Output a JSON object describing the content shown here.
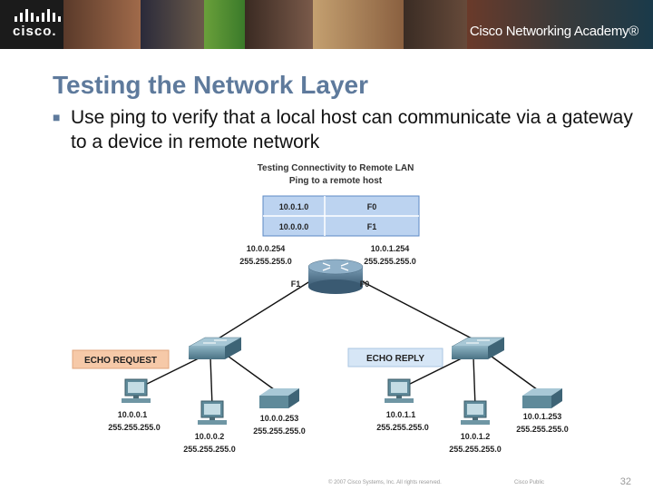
{
  "header": {
    "logo_text": "cisco.",
    "academy_text": "Cisco Networking Academy®"
  },
  "slide": {
    "title": "Testing the Network Layer",
    "bullet": "Use ping to verify that a local host can communicate via a gateway to a device in remote network"
  },
  "diagram": {
    "title": "Testing Connectivity to Remote LAN",
    "subtitle": "Ping to a remote host",
    "routing_table": [
      {
        "network": "10.0.1.0",
        "interface": "F0"
      },
      {
        "network": "10.0.0.0",
        "interface": "F1"
      }
    ],
    "router": {
      "left_ip": "10.0.0.254",
      "left_mask": "255.255.255.0",
      "right_ip": "10.0.1.254",
      "right_mask": "255.255.255.0",
      "port_left": "F1",
      "port_right": "F0"
    },
    "echo_request": "ECHO REQUEST",
    "echo_reply": "ECHO REPLY",
    "hosts": [
      {
        "ip": "10.0.0.1",
        "mask": "255.255.255.0"
      },
      {
        "ip": "10.0.0.2",
        "mask": "255.255.255.0"
      },
      {
        "ip": "10.0.0.253",
        "mask": "255.255.255.0"
      },
      {
        "ip": "10.0.1.1",
        "mask": "255.255.255.0"
      },
      {
        "ip": "10.0.1.2",
        "mask": "255.255.255.0"
      },
      {
        "ip": "10.0.1.253",
        "mask": "255.255.255.0"
      }
    ],
    "colors": {
      "request": "#f6c9a8",
      "reply": "#d6e6f6",
      "table_row": "#bcd3f0"
    }
  },
  "footer": {
    "copyright": "© 2007 Cisco Systems, Inc. All rights reserved.",
    "classification": "Cisco Public",
    "page_number": "32"
  }
}
